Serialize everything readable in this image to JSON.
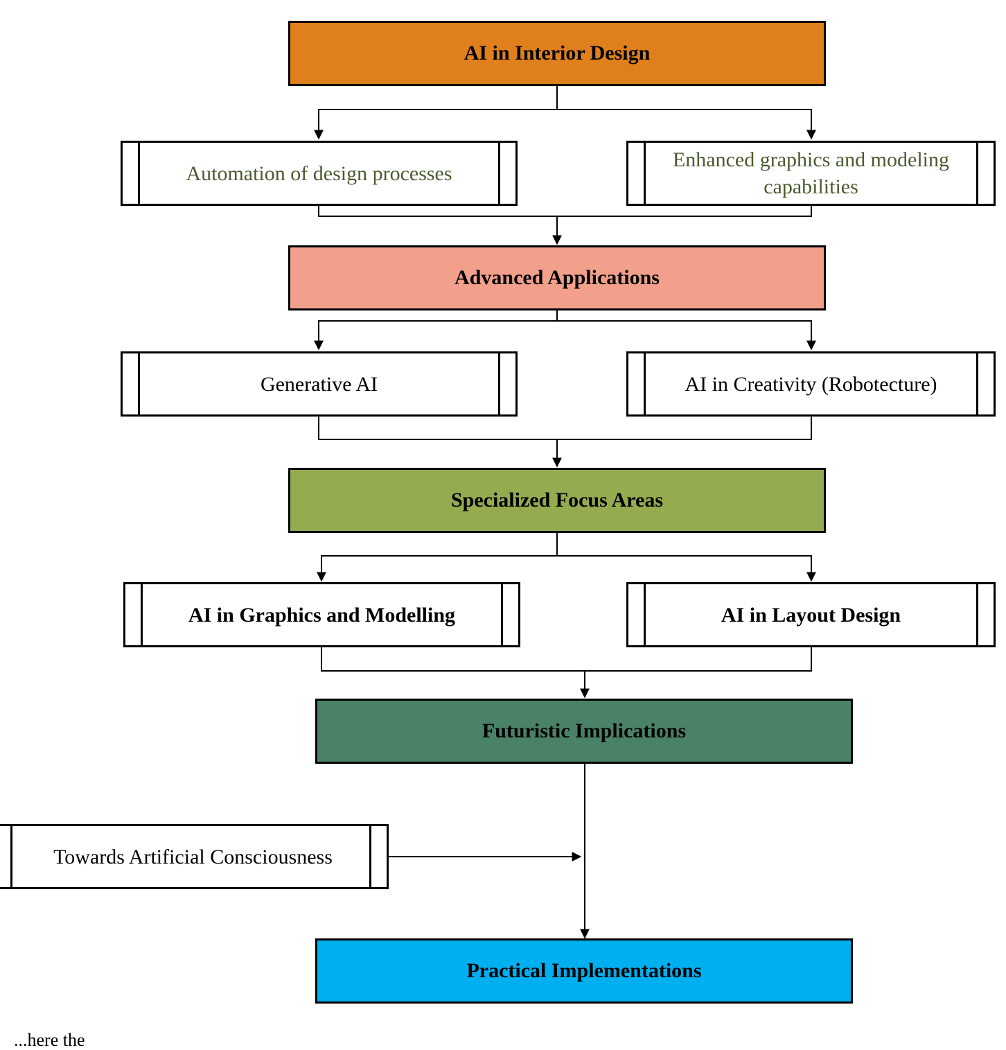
{
  "colors": {
    "interior_design": "#DF801C",
    "advanced_applications": "#F2A08B",
    "specialized_focus": "#94AB4F",
    "futuristic": "#4A8268",
    "practical": "#00AFEF",
    "sub_text_green": "#4a5a2e",
    "line": "#000000"
  },
  "nodes": {
    "ai_interior_design": "AI in Interior Design",
    "automation": "Automation of design processes",
    "enhanced_graphics": "Enhanced graphics and modeling capabilities",
    "advanced_applications": "Advanced Applications",
    "generative_ai": "Generative AI",
    "ai_creativity": "AI in Creativity (Robotecture)",
    "specialized_focus": "Specialized Focus Areas",
    "ai_graphics_modelling": "AI in Graphics and Modelling",
    "ai_layout_design": "AI in Layout Design",
    "futuristic_implications": "Futuristic Implications",
    "towards_consciousness": "Towards Artificial Consciousness",
    "practical_implementations": "Practical Implementations"
  },
  "footer_fragment": "...here the"
}
